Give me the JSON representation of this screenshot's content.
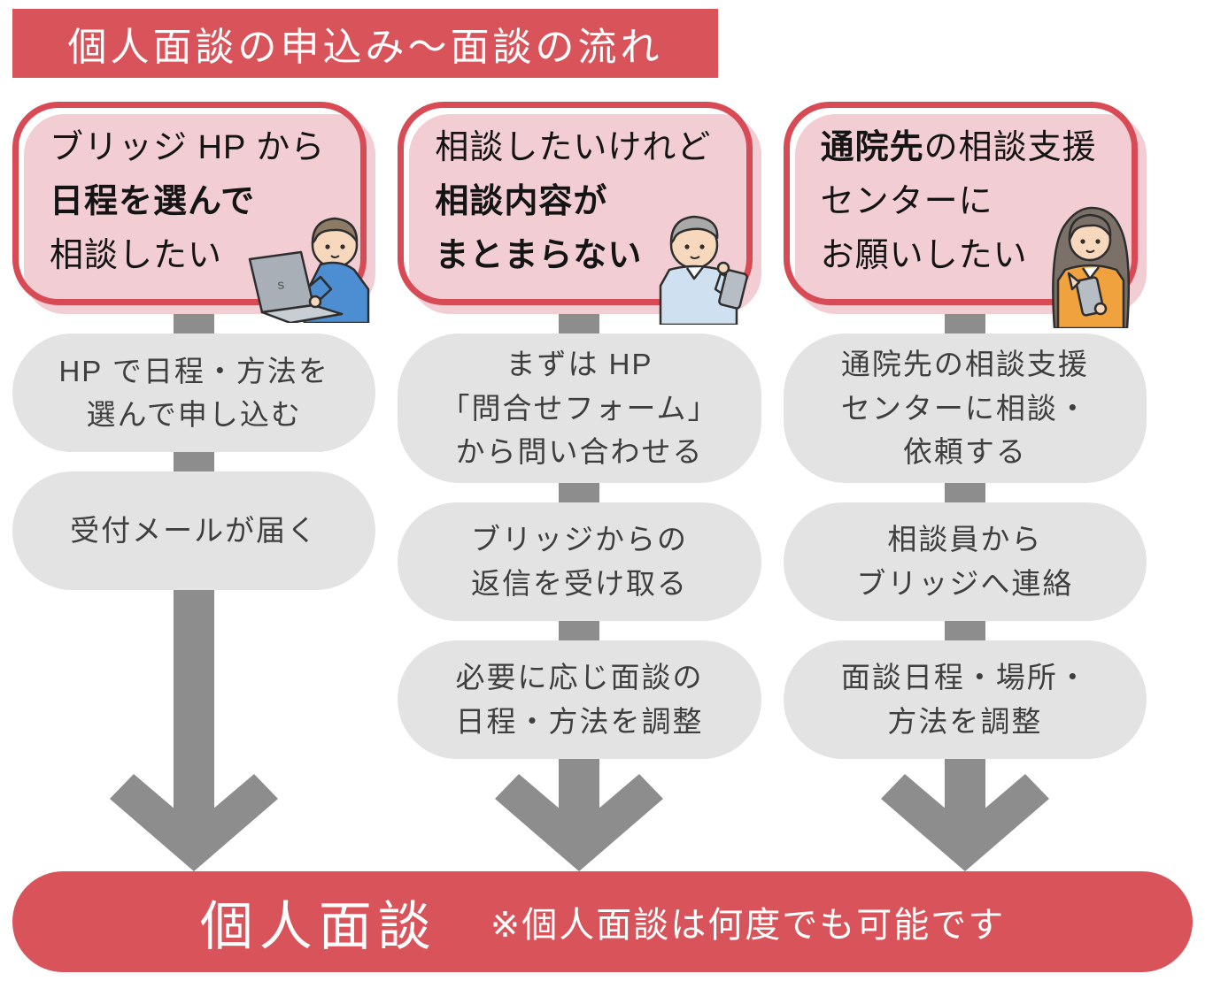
{
  "title": "個人面談の申込み〜面談の流れ",
  "colors": {
    "banner_red": "#d9545a",
    "card_border_red": "#d84a54",
    "card_pink": "#f2ced4",
    "step_gray": "#e3e3e4",
    "arrow_gray": "#8d8d8d"
  },
  "columns": [
    {
      "entry": {
        "lines": [
          [
            {
              "t": "ブリッジ HP から",
              "b": false
            }
          ],
          [
            {
              "t": "日程を選んで",
              "b": true
            }
          ],
          [
            {
              "t": "相談したい",
              "b": false
            }
          ]
        ],
        "illustration": "person-with-laptop-illustration"
      },
      "steps": [
        [
          "HP で日程・方法を",
          "選んで申し込む"
        ],
        [
          "受付メールが届く"
        ]
      ]
    },
    {
      "entry": {
        "lines": [
          [
            {
              "t": "相談したいけれど",
              "b": false
            }
          ],
          [
            {
              "t": "相談内容が",
              "b": true
            }
          ],
          [
            {
              "t": "まとまらない",
              "b": true
            }
          ]
        ],
        "illustration": "elderly-man-with-phone-illustration"
      },
      "steps": [
        [
          "まずは HP",
          "「問合せフォーム」",
          "から問い合わせる"
        ],
        [
          "ブリッジからの",
          "返信を受け取る"
        ],
        [
          "必要に応じ面談の",
          "日程・方法を調整"
        ]
      ]
    },
    {
      "entry": {
        "lines": [
          [
            {
              "t": "通院先",
              "b": true
            },
            {
              "t": "の相談支援",
              "b": false
            }
          ],
          [
            {
              "t": "センターに",
              "b": false
            }
          ],
          [
            {
              "t": "お願いしたい",
              "b": false
            }
          ]
        ],
        "illustration": "woman-with-phone-illustration"
      },
      "steps": [
        [
          "通院先の相談支援",
          "センターに相談・",
          "依頼する"
        ],
        [
          "相談員から",
          "ブリッジへ連絡"
        ],
        [
          "面談日程・場所・",
          "方法を調整"
        ]
      ]
    }
  ],
  "footer": {
    "main": "個人面談",
    "note": "※個人面談は何度でも可能です"
  }
}
